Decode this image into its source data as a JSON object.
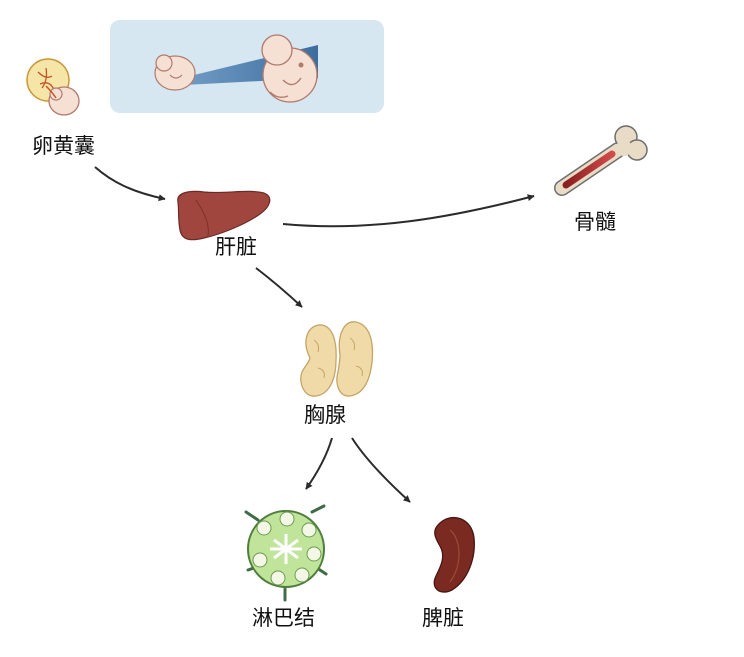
{
  "nodes": {
    "yolk_sac": {
      "label": "卵黄囊",
      "icon": "yolk-sac-icon"
    },
    "liver": {
      "label": "肝脏",
      "icon": "liver-icon"
    },
    "bone_marrow": {
      "label": "骨髓",
      "icon": "bone-icon"
    },
    "thymus": {
      "label": "胸腺",
      "icon": "thymus-icon"
    },
    "lymph_node": {
      "label": "淋巴结",
      "icon": "lymph-node-icon"
    },
    "spleen": {
      "label": "脾脏",
      "icon": "spleen-icon"
    }
  },
  "panel": {
    "icon": "embryo-development-icon"
  },
  "colors": {
    "arrow": "#2b2b2b",
    "panel_bg": "#d6e7f2",
    "liver": "#a1463f",
    "marrow": "#b03030",
    "thymus": "#f0dba8",
    "lymph": "#bfe49a",
    "spleen": "#7a2a20"
  }
}
